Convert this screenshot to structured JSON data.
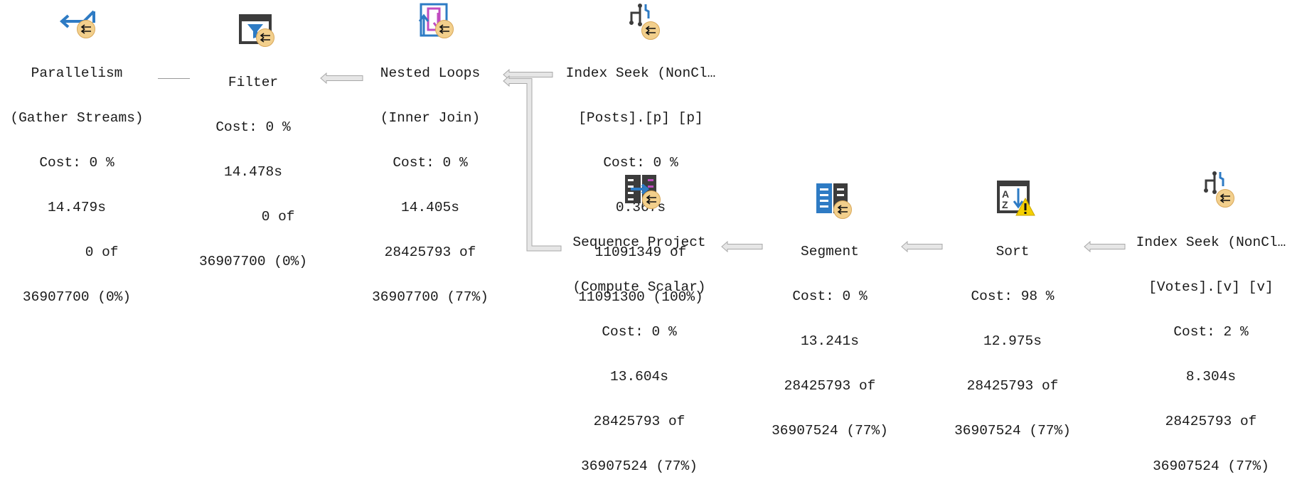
{
  "plan": {
    "nodes": [
      {
        "id": "parallelism",
        "icon": "parallelism-icon",
        "lines": [
          "Parallelism",
          "(Gather Streams)",
          "Cost: 0 %",
          "14.479s",
          "      0 of",
          "36907700 (0%)"
        ]
      },
      {
        "id": "filter",
        "icon": "filter-icon",
        "lines": [
          "Filter",
          "Cost: 0 %",
          "14.478s",
          "      0 of",
          "36907700 (0%)"
        ]
      },
      {
        "id": "nested-loops",
        "icon": "nested-loops-icon",
        "lines": [
          "Nested Loops",
          "(Inner Join)",
          "Cost: 0 %",
          "14.405s",
          "28425793 of",
          "36907700 (77%)"
        ]
      },
      {
        "id": "index-seek-posts",
        "icon": "index-seek-icon",
        "lines": [
          "Index Seek (NonCl…",
          "[Posts].[p] [p]",
          "Cost: 0 %",
          "0.367s",
          "11091349 of",
          "11091300 (100%)"
        ]
      },
      {
        "id": "sequence-project",
        "icon": "sequence-project-icon",
        "lines": [
          "Sequence Project",
          "(Compute Scalar)",
          "Cost: 0 %",
          "13.604s",
          "28425793 of",
          "36907524 (77%)"
        ]
      },
      {
        "id": "segment",
        "icon": "segment-icon",
        "lines": [
          "Segment",
          "Cost: 0 %",
          "13.241s",
          "28425793 of",
          "36907524 (77%)"
        ]
      },
      {
        "id": "sort",
        "icon": "sort-warning-icon",
        "lines": [
          "Sort",
          "Cost: 98 %",
          "12.975s",
          "28425793 of",
          "36907524 (77%)"
        ]
      },
      {
        "id": "index-seek-votes",
        "icon": "index-seek-icon",
        "lines": [
          "Index Seek (NonCl…",
          "[Votes].[v] [v]",
          "Cost: 2 %",
          "8.304s",
          "28425793 of",
          "36907524 (77%)"
        ]
      }
    ]
  },
  "colors": {
    "blue": "#2e7bc4",
    "dark": "#3c3c3c",
    "magenta": "#c04cc0",
    "badge": "#f2cf8c",
    "arrow_fill": "#e6e6e6",
    "arrow_stroke": "#a8a8a8",
    "warning": "#f5d000"
  }
}
